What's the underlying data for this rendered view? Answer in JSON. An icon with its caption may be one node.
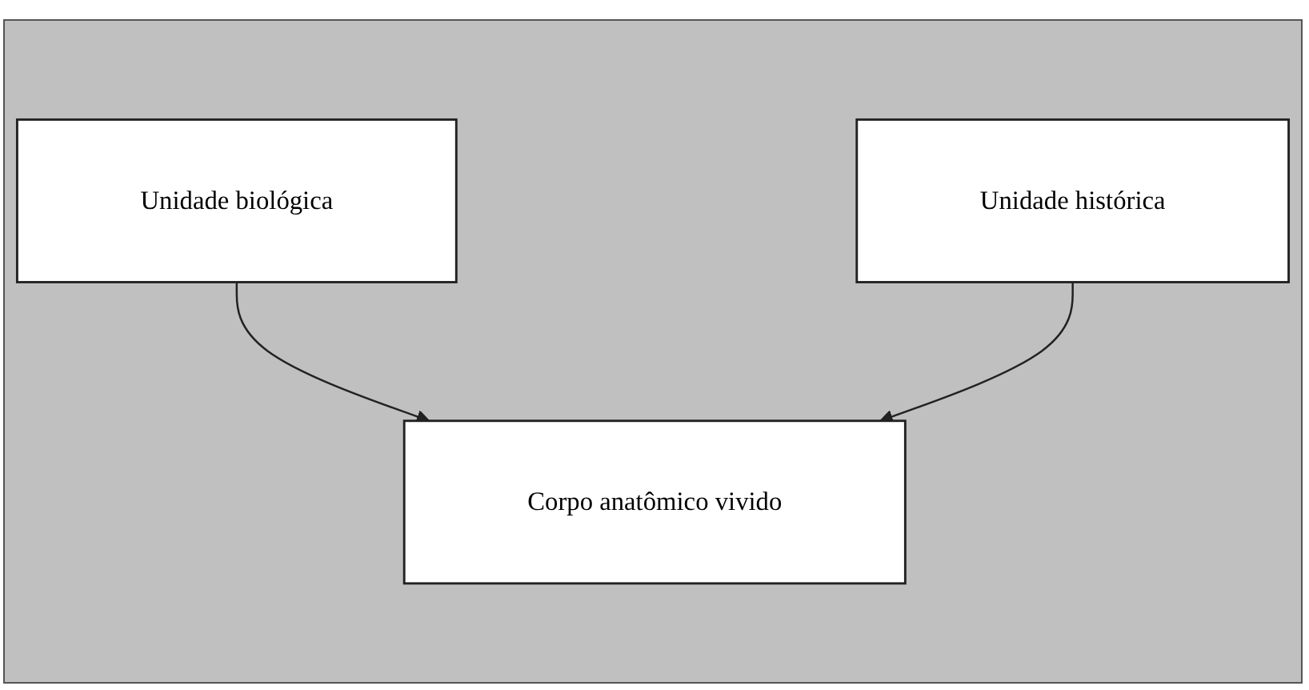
{
  "diagram": {
    "nodes": [
      {
        "text": [
          "Unidade biológica"
        ]
      },
      {
        "text": [
          "Unidade histórica"
        ]
      },
      {
        "text": [
          "Corpo anatômico vivido"
        ]
      }
    ],
    "edges": [
      {
        "from": 0,
        "to": 2,
        "arrow": "to"
      },
      {
        "from": 1,
        "to": 2,
        "arrow": "to"
      }
    ]
  }
}
